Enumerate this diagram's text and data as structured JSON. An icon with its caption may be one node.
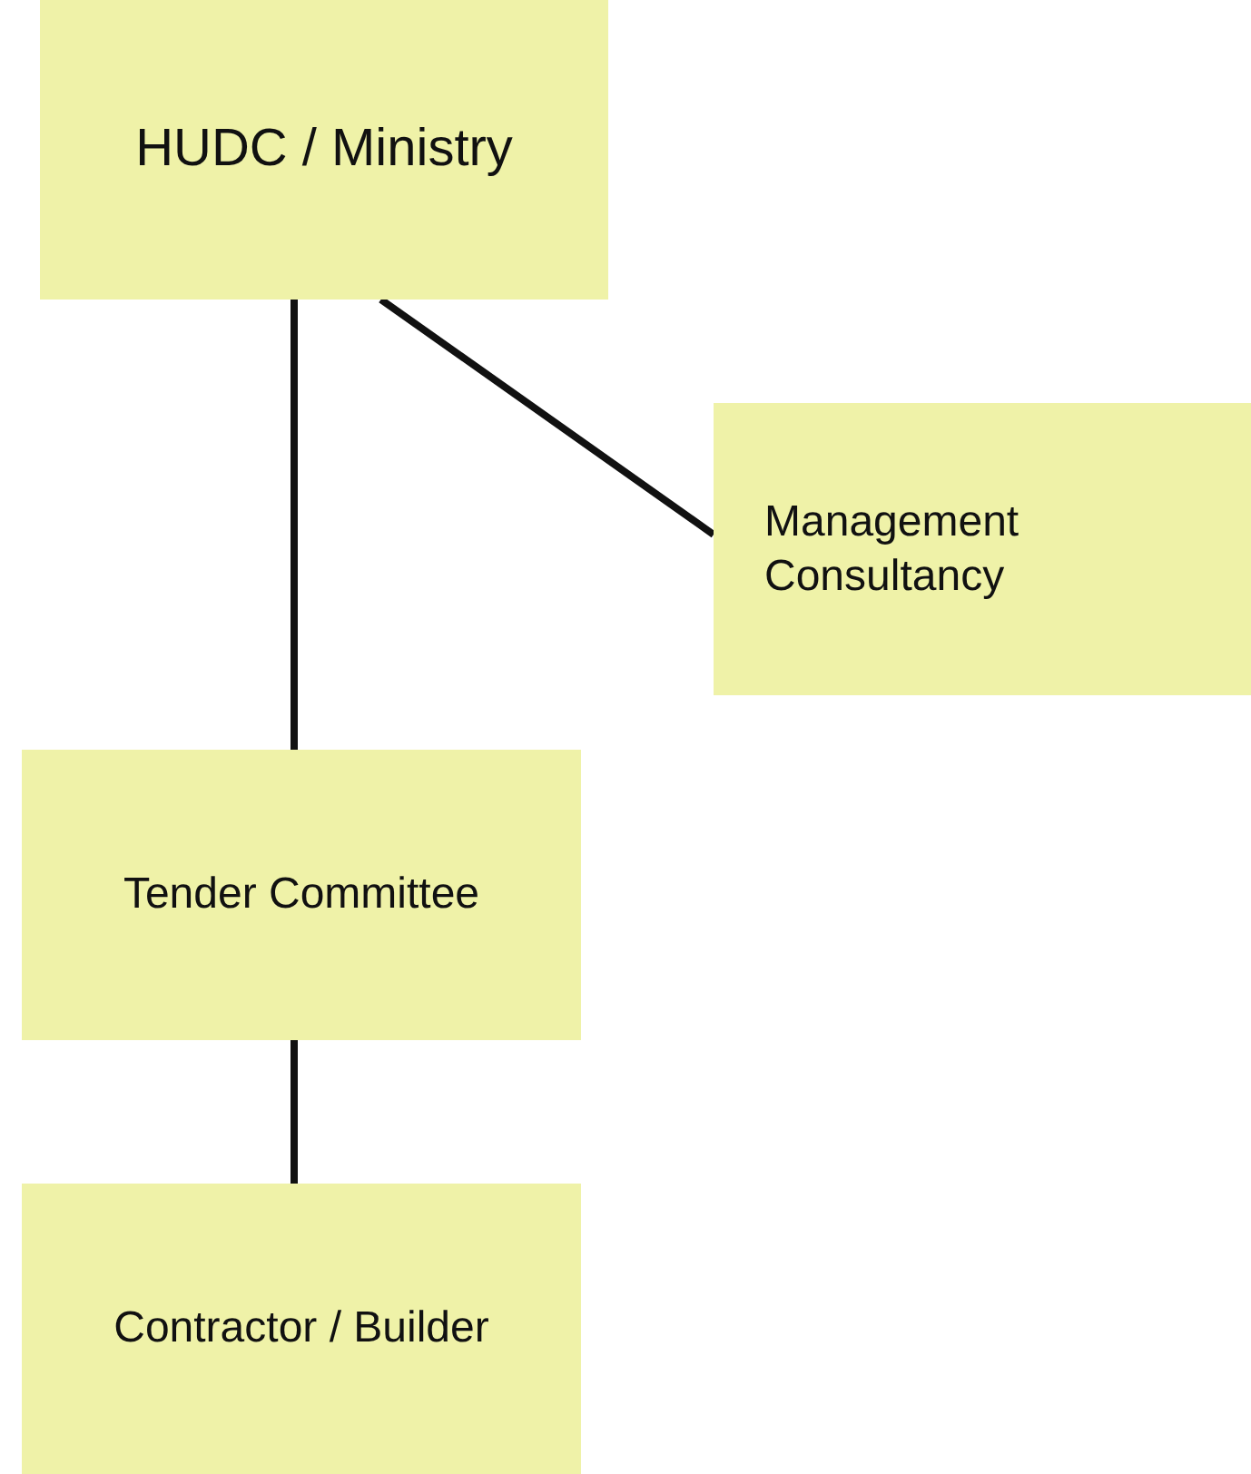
{
  "diagram": {
    "nodes": [
      {
        "text": [
          "HUDC / Ministry"
        ]
      },
      {
        "text": [
          "Management Consultancy"
        ]
      },
      {
        "text": [
          "Tender Committee"
        ]
      },
      {
        "text": [
          "Contractor / Builder"
        ]
      }
    ],
    "edges": [
      {
        "from": 0,
        "to": 2,
        "arrow": "none"
      },
      {
        "from": 0,
        "to": 1,
        "arrow": "none"
      },
      {
        "from": 2,
        "to": 3,
        "arrow": "none"
      }
    ]
  }
}
